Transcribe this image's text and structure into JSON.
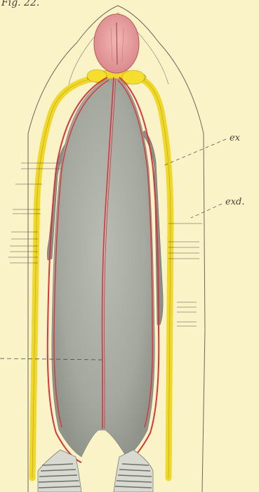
{
  "figure": {
    "number_label": "Fig. 22.",
    "labels": {
      "ex": "ex",
      "exd": "exd."
    }
  },
  "colors": {
    "paper": "#fbf3c8",
    "yellow_canal": "#f0d82a",
    "red_line": "#d8363c",
    "gut_grey": "#a6aaa0",
    "head_pink": "#e9a6a4",
    "ink": "#4a4238"
  }
}
